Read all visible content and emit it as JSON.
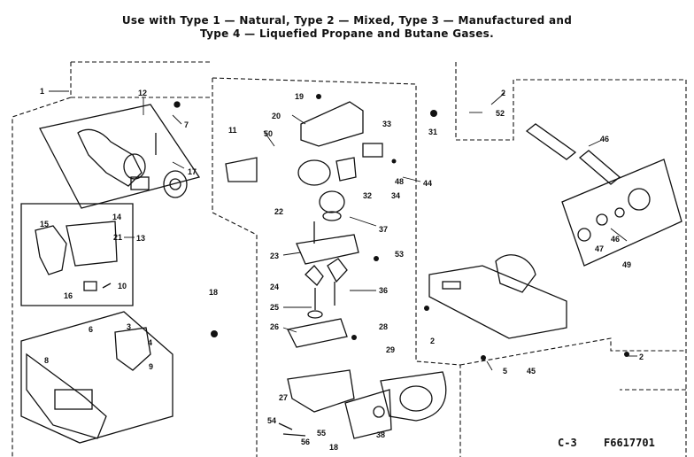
{
  "header": {
    "line1": "Use with Type 1 — Natural, Type 2 — Mixed, Type 3 — Manufactured and",
    "line2": "Type 4 — Liquefied Propane and Butane Gases."
  },
  "labels": {
    "l1": "1",
    "l12": "12",
    "l7": "7",
    "l17": "17",
    "l13": "13",
    "l15": "15",
    "l14": "14",
    "l21": "21",
    "l10": "10",
    "l16": "16",
    "l18a": "18",
    "l6": "6",
    "l3": "3",
    "l4": "4",
    "l9": "9",
    "l8": "8",
    "l19": "19",
    "l20": "20",
    "l11": "11",
    "l50": "50",
    "l33": "33",
    "l22": "22",
    "l32": "32",
    "l34": "34",
    "l44": "44",
    "l37": "37",
    "l23": "23",
    "l53": "53",
    "l24": "24",
    "l36": "36",
    "l25": "25",
    "l26": "26",
    "l28": "28",
    "l29": "29",
    "l27": "27",
    "l54": "54",
    "l55": "55",
    "l56": "56",
    "l38": "38",
    "l31": "31",
    "l2a": "2",
    "l52": "52",
    "l46": "46",
    "l48": "48",
    "l47": "47",
    "l49": "49",
    "l2b": "2",
    "l5": "5",
    "l45": "45",
    "l2c": "2",
    "l18b": "18"
  },
  "footer": {
    "page": "C-3",
    "part_number": "F6617701"
  }
}
